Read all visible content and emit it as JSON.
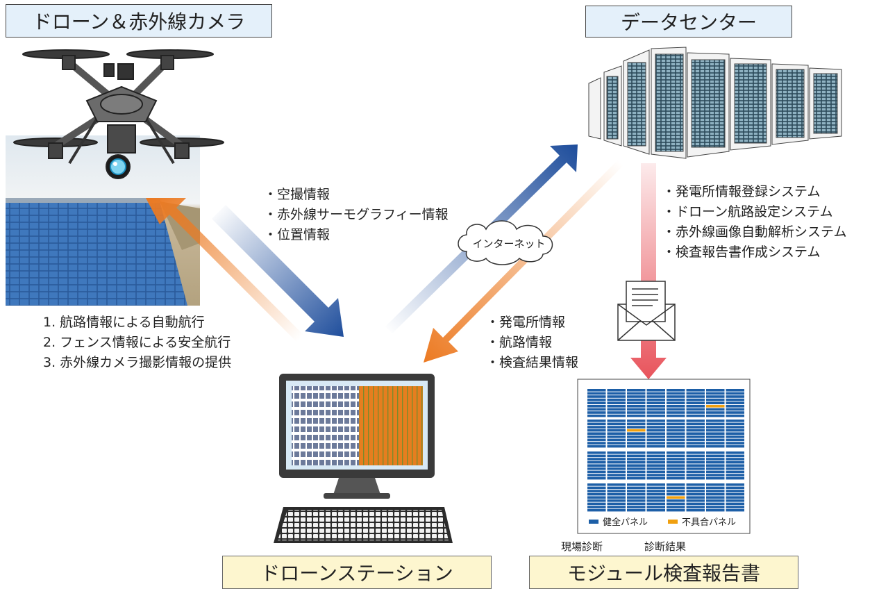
{
  "titles": {
    "drone": "ドローン＆赤外線カメラ",
    "datacenter": "データセンター",
    "station": "ドローンステーション",
    "report": "モジュール検査報告書"
  },
  "drone_to_station": [
    "空撮情報",
    "赤外線サーモグラフィー情報",
    "位置情報"
  ],
  "station_to_drone": [
    "1. 航路情報による自動航行",
    "2. フェンス情報による安全航行",
    "3. 赤外線カメラ撮影情報の提供"
  ],
  "internet_label": "インターネット",
  "datacenter_to_station": [
    "発電所情報",
    "航路情報",
    "検査結果情報"
  ],
  "datacenter_systems": [
    "発電所情報登録システム",
    "ドローン航路設定システム",
    "赤外線画像自動解析システム",
    "検査報告書作成システム"
  ],
  "report_legend": {
    "healthy": "健全パネル",
    "defect": "不具合パネル"
  },
  "report_captions": {
    "onsite": "現場診断",
    "result": "診断結果"
  },
  "colors": {
    "blue_arrow": "#1f4e9c",
    "orange_arrow": "#ec7a22",
    "healthy": "#1d5fa7",
    "defect": "#f0a010"
  }
}
